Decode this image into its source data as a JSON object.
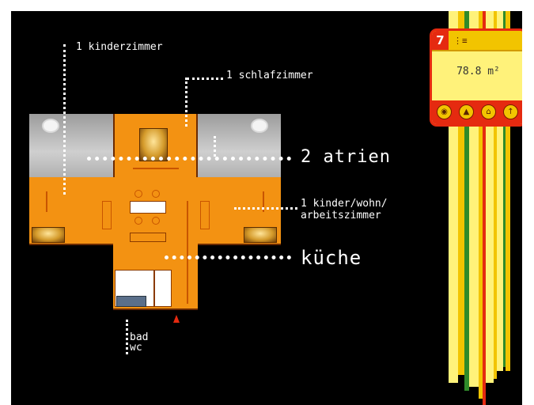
{
  "labels": {
    "kinderzimmer": "1 kinderzimmer",
    "schlafzimmer": "1 schlafzimmer",
    "atrien": "2 atrien",
    "kinder_line1": "1 kinder/wohn/",
    "kinder_line2": "arbeitszimmer",
    "kueche": "küche",
    "bad": "bad",
    "wc": "wc"
  },
  "panel": {
    "number": "7",
    "area": "78.8 m²",
    "controls": [
      "ctl-1-icon",
      "ctl-2-icon",
      "ctl-3-icon",
      "ctl-4-icon"
    ]
  },
  "colors": {
    "background": "#000000",
    "floor": "#f39212",
    "atrium": "#b5b5b5",
    "panel": "#fff27a",
    "accent_red": "#e52a10",
    "accent_yellow": "#f2c400",
    "stripe_green": "#2f8a2a"
  }
}
